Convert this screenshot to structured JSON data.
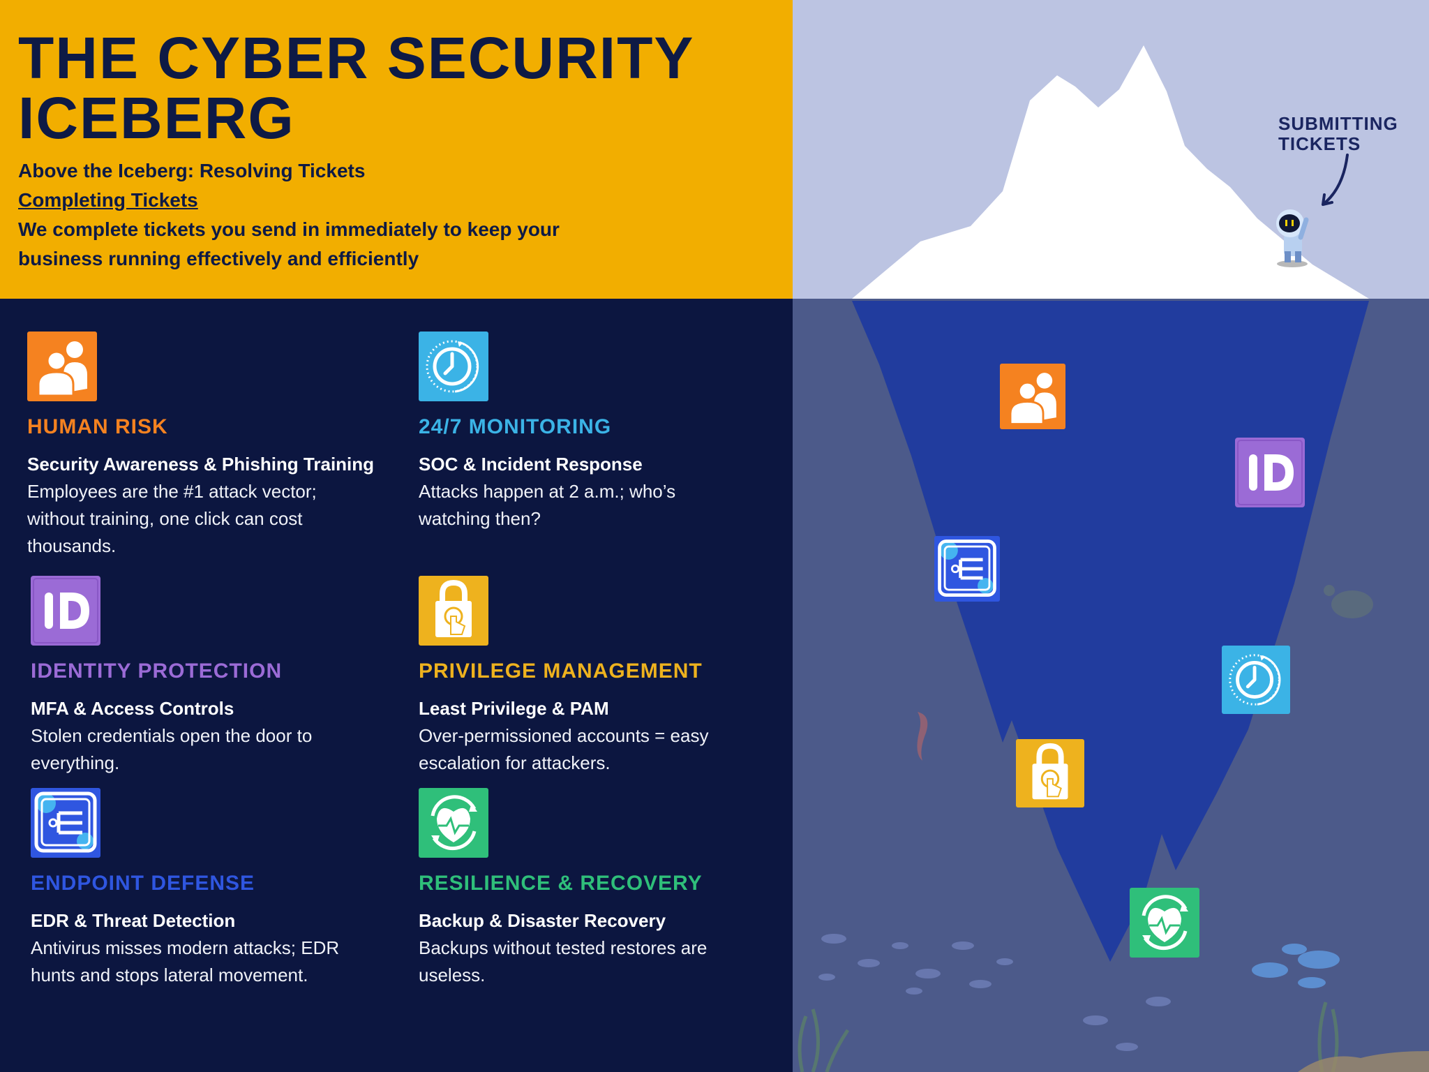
{
  "header": {
    "title_line1": "THE CYBER SECURITY",
    "title_line2": "ICEBERG",
    "subtitle": "Above the Iceberg: Resolving Tickets",
    "link": "Completing Tickets",
    "description_line1": "We complete tickets you send in immediately to keep your",
    "description_line2": "business running effectively and efficiently"
  },
  "callout": {
    "line1": "SUBMITTING",
    "line2": "TICKETS"
  },
  "colors": {
    "header_bg": "#f2ae00",
    "panel_bg": "#0c1640",
    "sky": "#bcc4e2",
    "water": "#4c5a8a",
    "iceberg_under": "#213c9e",
    "human_risk": "#f58220",
    "monitoring": "#3bb3e6",
    "identity": "#9b6bd6",
    "privilege": "#eeb21e",
    "endpoint": "#2f56e0",
    "resilience": "#2fbf7a"
  },
  "cards": [
    {
      "icon": "people-icon",
      "heading": "HUMAN RISK",
      "subheading": "Security Awareness & Phishing Training",
      "body": [
        "Employees are the #1 attack vector;",
        "without training, one click can cost",
        "thousands."
      ]
    },
    {
      "icon": "clock-icon",
      "heading": "24/7 MONITORING",
      "subheading": "SOC & Incident Response",
      "body": [
        "Attacks happen at 2 a.m.; who’s",
        "watching then?"
      ]
    },
    {
      "icon": "id-icon",
      "heading": "IDENTITY PROTECTION",
      "subheading": "MFA & Access Controls",
      "body": [
        "Stolen credentials open the door to",
        "everything."
      ]
    },
    {
      "icon": "lock-touch-icon",
      "heading": "PRIVILEGE MANAGEMENT",
      "subheading": "Least Privilege & PAM",
      "body": [
        "Over-permissioned accounts = easy",
        "escalation for attackers."
      ]
    },
    {
      "icon": "endpoint-icon",
      "heading": "ENDPOINT DEFENSE",
      "subheading": "EDR & Threat Detection",
      "body": [
        "Antivirus misses modern attacks; EDR",
        "hunts and stops lateral movement."
      ]
    },
    {
      "icon": "recovery-icon",
      "heading": "RESILIENCE & RECOVERY",
      "subheading": "Backup & Disaster Recovery",
      "body": [
        "Backups without tested restores are",
        "useless."
      ]
    }
  ]
}
